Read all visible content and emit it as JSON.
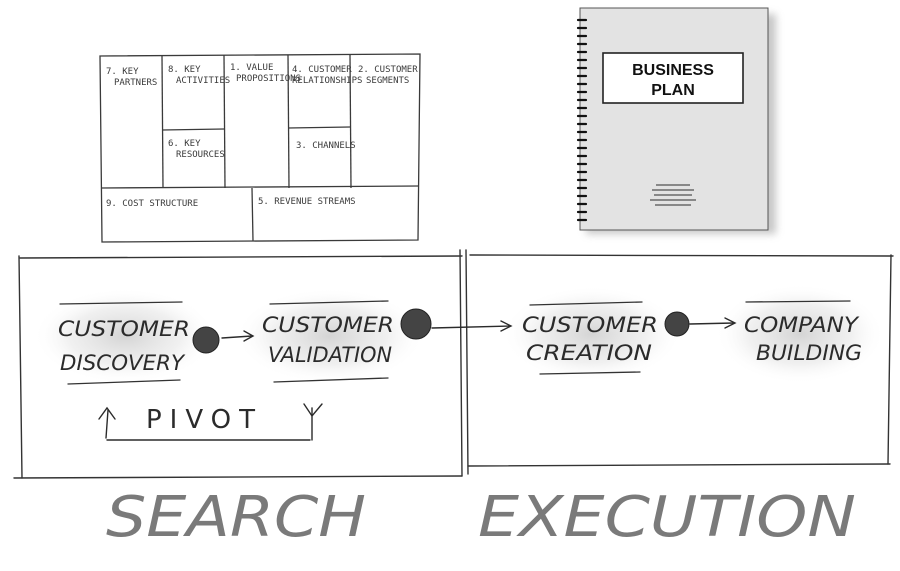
{
  "canvas_cells": [
    {
      "number": "7.",
      "lines": [
        "KEY",
        "PARTNERS"
      ]
    },
    {
      "number": "8.",
      "lines": [
        "KEY",
        "ACTIVITIES"
      ]
    },
    {
      "number": "6.",
      "lines": [
        "KEY",
        "RESOURCES"
      ]
    },
    {
      "number": "1.",
      "lines": [
        "VALUE",
        "PROPOSITIONS"
      ]
    },
    {
      "number": "4.",
      "lines": [
        "CUSTOMER",
        "RELATIONSHIPS"
      ]
    },
    {
      "number": "3.",
      "lines": [
        "CHANNELS"
      ]
    },
    {
      "number": "2.",
      "lines": [
        "CUSTOMER",
        "SEGMENTS"
      ]
    },
    {
      "number": "9.",
      "lines": [
        "COST STRUCTURE"
      ]
    },
    {
      "number": "5.",
      "lines": [
        "REVENUE STREAMS"
      ]
    }
  ],
  "business_plan": {
    "title_line1": "BUSINESS",
    "title_line2": "PLAN"
  },
  "steps": [
    {
      "line1": "CUSTOMER",
      "line2": "DISCOVERY"
    },
    {
      "line1": "CUSTOMER",
      "line2": "VALIDATION"
    },
    {
      "line1": "CUSTOMER",
      "line2": "CREATION"
    },
    {
      "line1": "COMPANY",
      "line2": "BUILDING"
    }
  ],
  "pivot_label": "PIVOT",
  "phases": {
    "search": "SEARCH",
    "execution": "EXECUTION"
  },
  "colors": {
    "ink": "#2b2b2b",
    "phase_text": "#7a7a7a",
    "dot": "#444444",
    "cover": "#e3e3e3",
    "binding": "#111111"
  }
}
